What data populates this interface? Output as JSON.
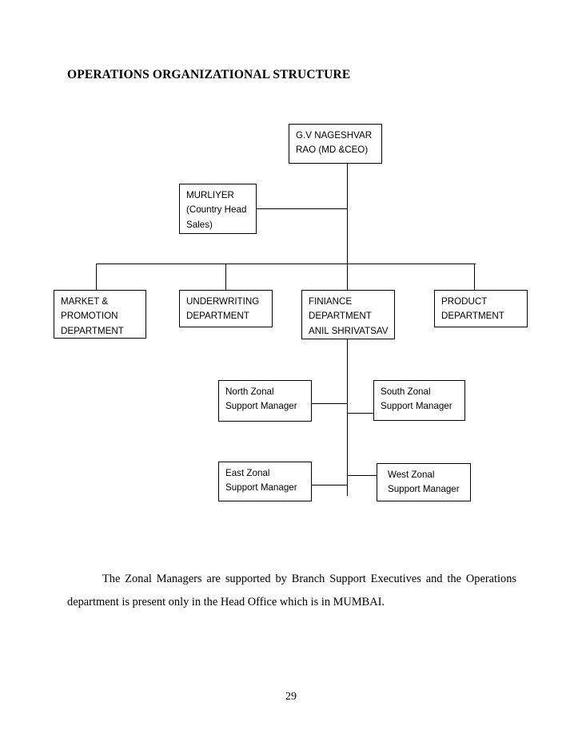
{
  "document": {
    "title": "OPERATIONS ORGANIZATIONAL STRUCTURE",
    "page_number": "29",
    "body_paragraph": "The Zonal Managers are supported by Branch Support Executives and the Operations department is present only in the Head Office which is in MUMBAI."
  },
  "chart_data": {
    "type": "diagram",
    "title": "OPERATIONS ORGANIZATIONAL STRUCTURE",
    "orientation": "top-down",
    "line_color": "#000000",
    "box_fill": "#ffffff",
    "nodes": [
      {
        "id": "ceo",
        "level": 0,
        "lines": [
          "G.V NAGESHVAR",
          "RAO (MD &CEO)"
        ]
      },
      {
        "id": "country-head-sales",
        "level": 1,
        "lines": [
          "MURLIYER",
          "(Country Head",
          "Sales)"
        ]
      },
      {
        "id": "market-promotion-department",
        "level": 2,
        "lines": [
          "MARKET &",
          "PROMOTION",
          "DEPARTMENT"
        ]
      },
      {
        "id": "underwriting-department",
        "level": 2,
        "lines": [
          "UNDERWRITING",
          "DEPARTMENT"
        ]
      },
      {
        "id": "finiance-department",
        "level": 2,
        "lines": [
          "FINIANCE",
          "DEPARTMENT",
          "ANIL SHRIVATSAV"
        ]
      },
      {
        "id": "product-department",
        "level": 2,
        "lines": [
          "PRODUCT",
          "DEPARTMENT"
        ]
      },
      {
        "id": "north-zonal-support-manager",
        "level": 3,
        "lines": [
          "North Zonal",
          "Support Manager"
        ]
      },
      {
        "id": "south-zonal-support-manager",
        "level": 3,
        "lines": [
          "South Zonal",
          "Support Manager"
        ]
      },
      {
        "id": "east-zonal-support-manager",
        "level": 3,
        "lines": [
          "East Zonal",
          "Support Manager"
        ]
      },
      {
        "id": "west-zonal-support-manager",
        "level": 3,
        "lines": [
          "West Zonal",
          "Support Manager"
        ]
      }
    ],
    "edges": [
      {
        "from": "ceo",
        "to": "country-head-sales"
      },
      {
        "from": "ceo",
        "to": "market-promotion-department"
      },
      {
        "from": "ceo",
        "to": "underwriting-department"
      },
      {
        "from": "ceo",
        "to": "finiance-department"
      },
      {
        "from": "ceo",
        "to": "product-department"
      },
      {
        "from": "finiance-department",
        "to": "north-zonal-support-manager"
      },
      {
        "from": "finiance-department",
        "to": "south-zonal-support-manager"
      },
      {
        "from": "finiance-department",
        "to": "east-zonal-support-manager"
      },
      {
        "from": "finiance-department",
        "to": "west-zonal-support-manager"
      }
    ]
  }
}
